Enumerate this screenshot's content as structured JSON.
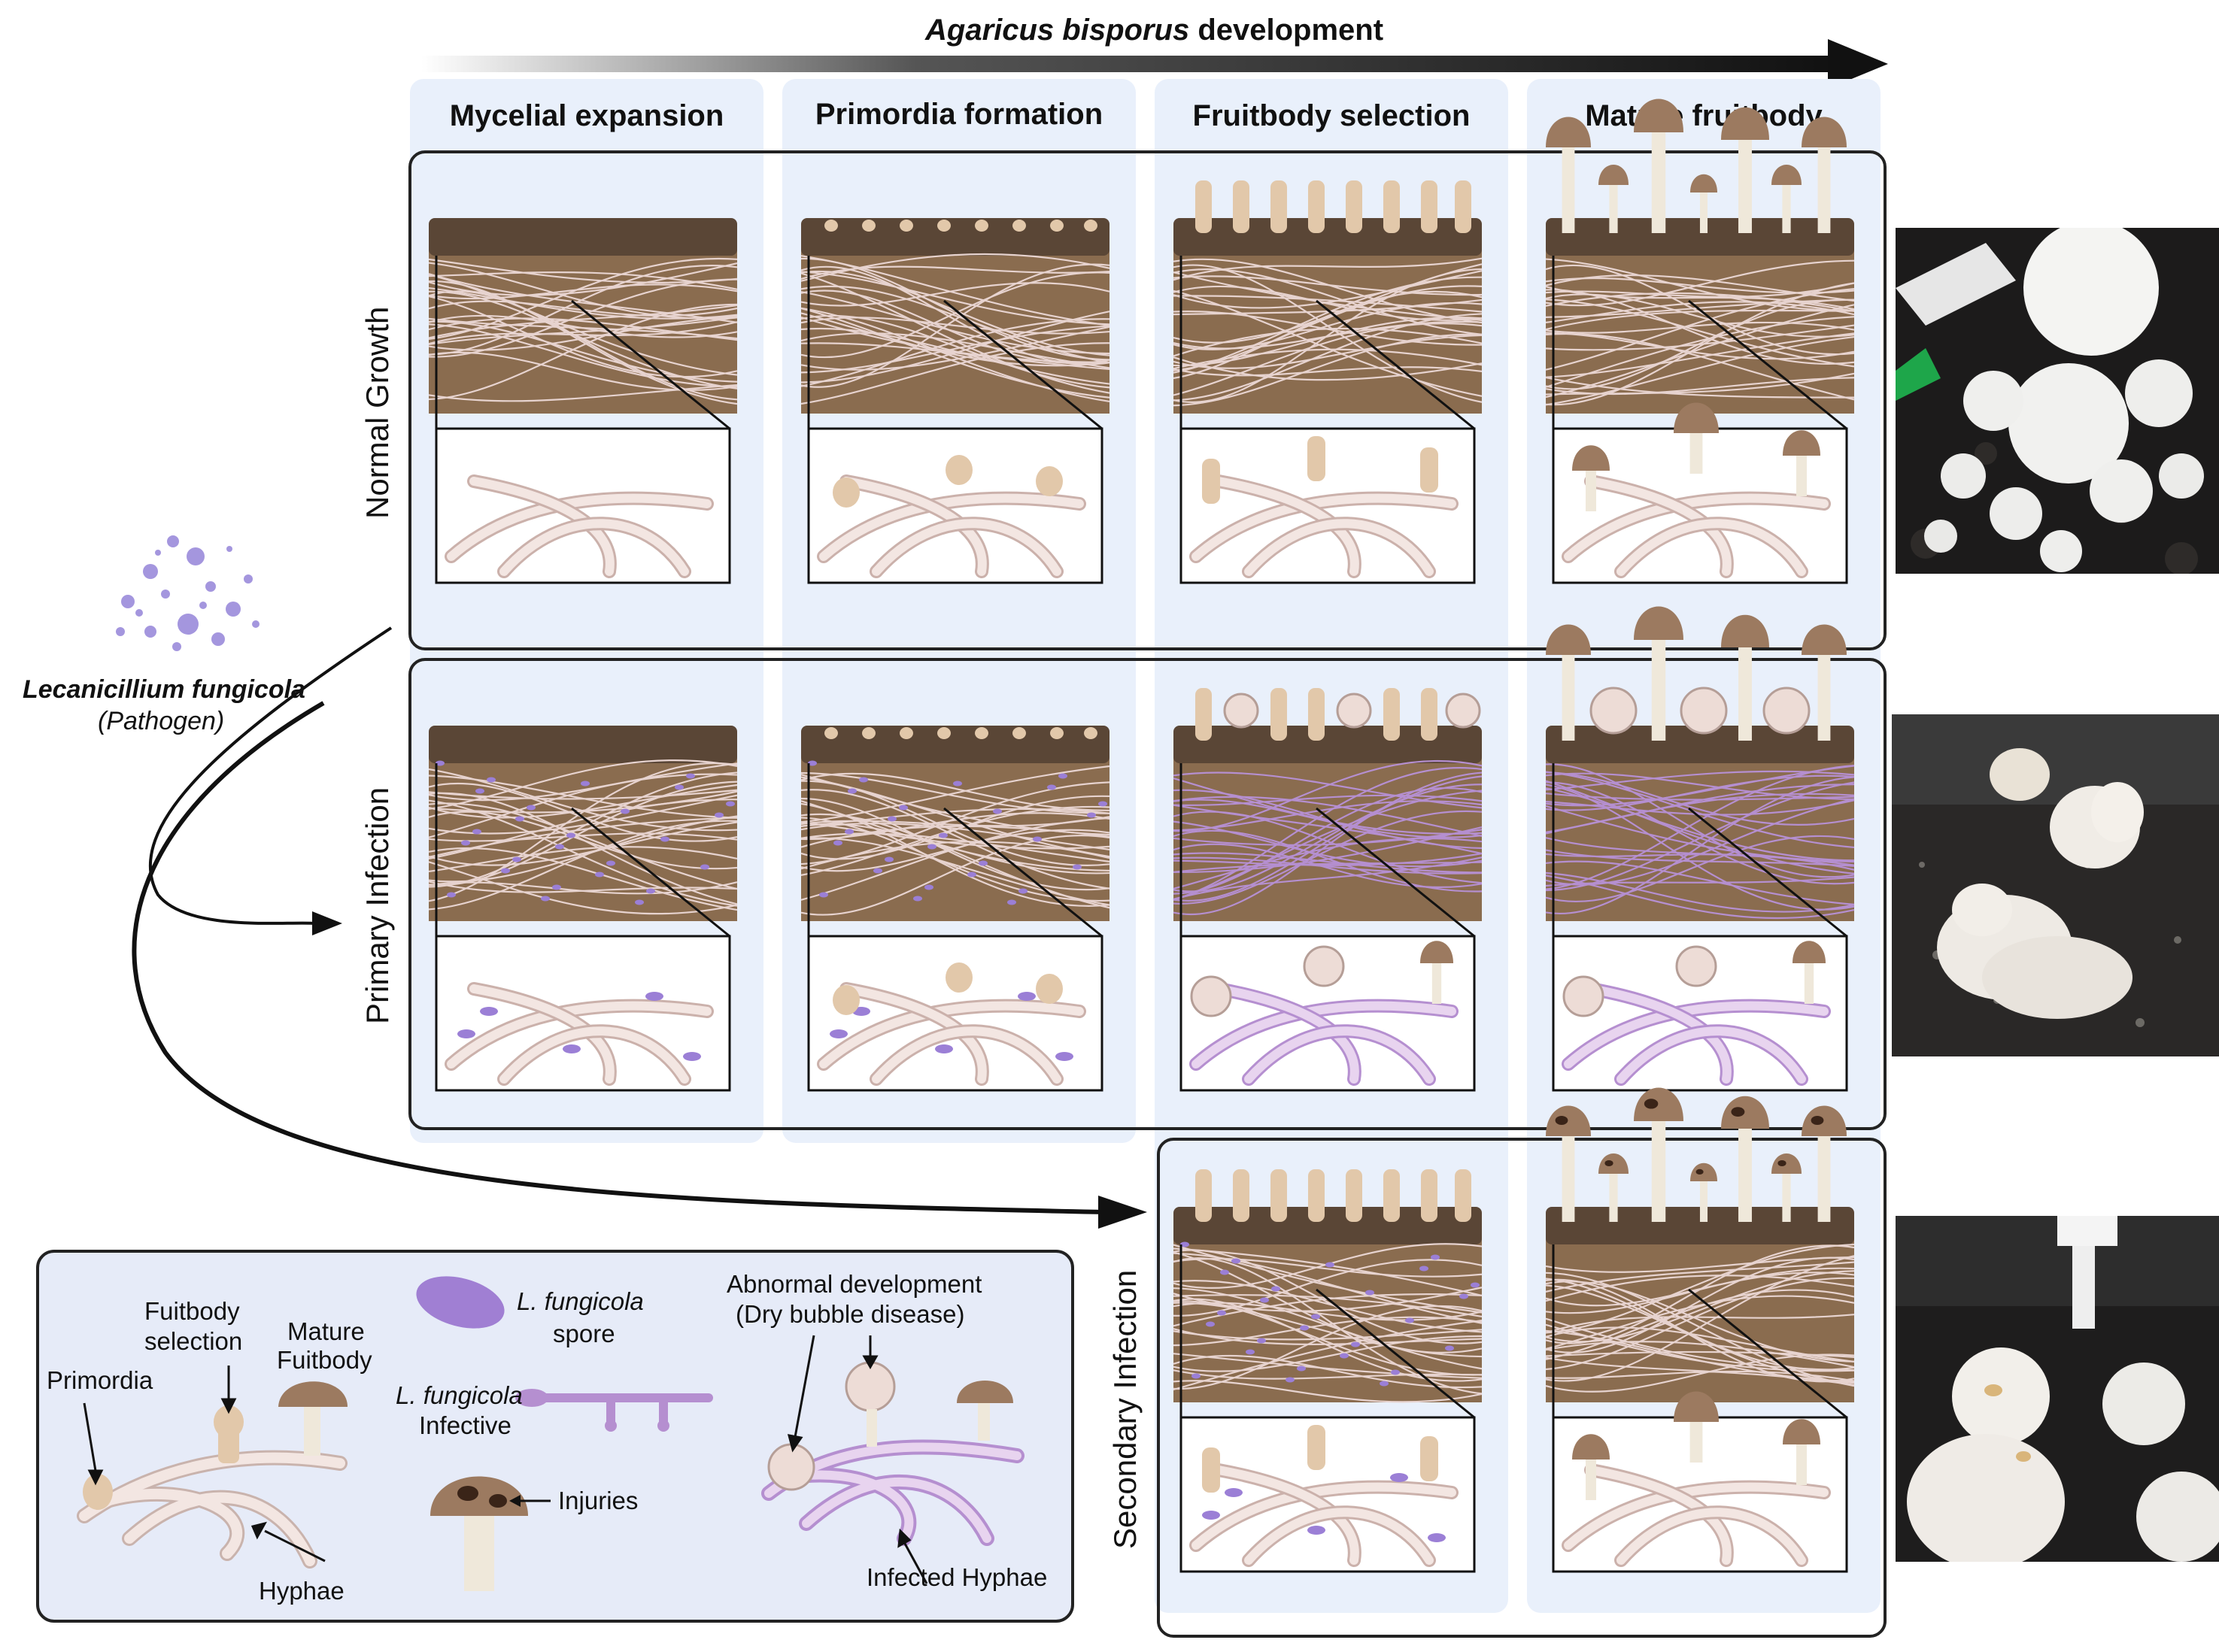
{
  "header": {
    "title_italic": "Agaricus bisporus",
    "title_rest": " development"
  },
  "columns": [
    {
      "label": "Mycelial expansion"
    },
    {
      "label": "Primordia formation"
    },
    {
      "label": "Fruitbody selection"
    },
    {
      "label": "Mature fruitbody"
    }
  ],
  "rows": [
    {
      "label": "Normal Growth"
    },
    {
      "label": "Primary Infection"
    },
    {
      "label": "Secondary Infection"
    }
  ],
  "pathogen": {
    "name": "Lecanicillium fungicola",
    "role": "(Pathogen)"
  },
  "legend": {
    "primordia": "Primordia",
    "fruitbody_selection_1": "Fuitbody",
    "fruitbody_selection_2": "selection",
    "mature_1": "Mature",
    "mature_2": "Fuitbody",
    "hyphae": "Hyphae",
    "spore_1": "L. fungicola",
    "spore_2": "spore",
    "infective_1": "L. fungicola",
    "infective_2": "Infective",
    "injuries": "Injuries",
    "abnormal_1": "Abnormal development",
    "abnormal_2": "(Dry bubble disease)",
    "infected_hyphae": "Infected Hyphae"
  },
  "colors": {
    "column_bg": "#e9f0fb",
    "legend_bg": "#e6ebf8",
    "soil_dark": "#5a4636",
    "soil_light": "#8a6c4f",
    "hyphae": "#e7d3cf",
    "infected": "#b58fd0",
    "spore": "#9b7fd6",
    "cap": "#9c7a60",
    "stem": "#efe8da",
    "primordium": "#e2c8aa"
  }
}
